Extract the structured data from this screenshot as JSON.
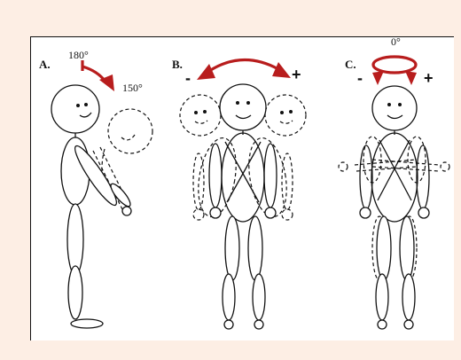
{
  "panels": [
    {
      "letter": "A.",
      "angle_start": "180°",
      "angle_end": "150°"
    },
    {
      "letter": "B.",
      "minus": "-",
      "plus": "+"
    },
    {
      "letter": "C.",
      "angle": "0°",
      "minus": "-",
      "plus": "+"
    }
  ],
  "colors": {
    "background": "#fdeee4",
    "arrow": "#b81d1d",
    "line": "#111111"
  }
}
